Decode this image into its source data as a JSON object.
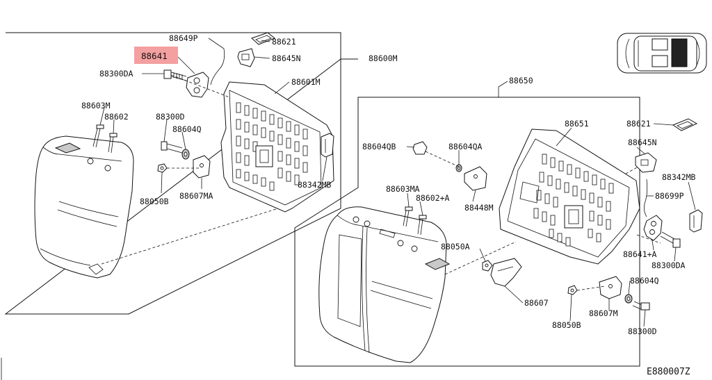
{
  "diagram": {
    "highlight_color": "#f4a0a0",
    "diagram_code": "E880007Z",
    "labels": {
      "p88649P": "88649P",
      "p88641": "88641",
      "p88300DA_l": "88300DA",
      "p88621_l": "88621",
      "p88645N_l": "88645N",
      "p88600M": "88600M",
      "p88601M": "88601M",
      "p88603M": "88603M",
      "p88602": "88602",
      "p88300D_l": "88300D",
      "p88604Q_l": "88604Q",
      "p88050B_l": "88050B",
      "p88607MA": "88607MA",
      "p88342MB_l": "88342MB",
      "p88650": "88650",
      "p88651": "88651",
      "p88621_r": "88621",
      "p88604QB": "88604QB",
      "p88604QA": "88604QA",
      "p88645N_r": "88645N",
      "p88342MB_r": "88342MB",
      "p88603MA": "88603MA",
      "p88602A": "88602+A",
      "p88448M": "88448M",
      "p88699P": "88699P",
      "p88050A": "88050A",
      "p88641A": "88641+A",
      "p88300DA_r": "88300DA",
      "p88607": "88607",
      "p88604Q_r": "88604Q",
      "p88050B_r": "88050B",
      "p88607M": "88607M",
      "p88300D_r": "88300D"
    }
  }
}
